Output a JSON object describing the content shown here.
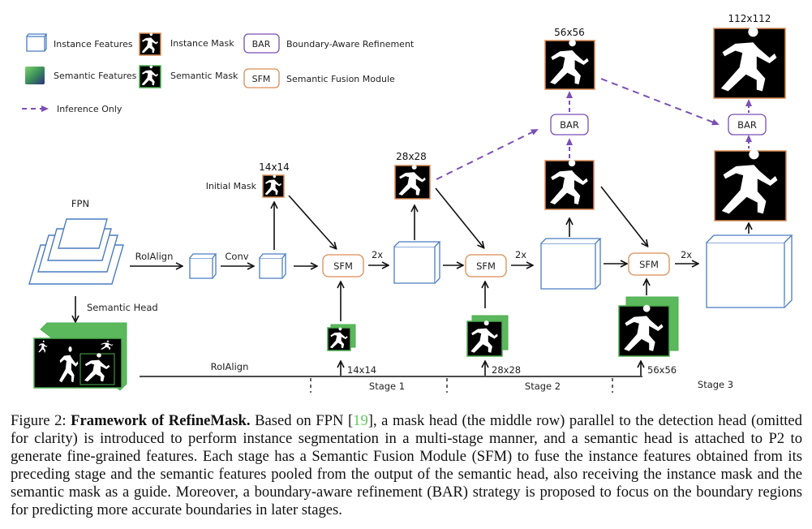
{
  "legend": {
    "instance_features": "Instance Features",
    "semantic_features": "Semantic Features",
    "instance_mask": "Instance Mask",
    "semantic_mask": "Semantic Mask",
    "bar_box": "BAR",
    "bar_desc": "Boundary-Aware Refinement",
    "sfm_box": "SFM",
    "sfm_desc": "Semantic Fusion Module",
    "inference_only": "Inference Only"
  },
  "diagram": {
    "fpn": "FPN",
    "roialign_top": "RoIAlign",
    "conv": "Conv",
    "initial_mask": "Initial Mask",
    "semantic_head": "Semantic Head",
    "roialign_bottom": "RoIAlign",
    "sfm": "SFM",
    "bar": "BAR",
    "upsample": "2x",
    "sizes": {
      "s14": "14x14",
      "s28": "28x28",
      "s56": "56x56",
      "s112": "112x112"
    },
    "stages": [
      "Stage 1",
      "Stage 2",
      "Stage 3"
    ]
  },
  "colors": {
    "instance_blue": "#4a7cc0",
    "sfm_orange": "#d98c55",
    "bar_purple": "#7a4fb5",
    "semantic_green": "#4caf50",
    "cite_green": "#5ec95e"
  },
  "caption": {
    "prefix": "Figure 2: ",
    "title": "Framework of RefineMask.",
    "text_before_cite": " Based on FPN [",
    "cite": "19",
    "text_after_cite": "], a mask head (the middle row) parallel to the detection head (omitted for clarity) is introduced to perform instance segmentation in a multi-stage manner, and a semantic head is attached to P2 to generate fine-grained features. Each stage has a Semantic Fusion Module (SFM) to fuse the instance features obtained from its preceding stage and the semantic features pooled from the output of the semantic head, also receiving the instance mask and the semantic mask as a guide. Moreover, a boundary-aware refinement (BAR) strategy is proposed to focus on the boundary regions for predicting more accurate boundaries in later stages."
  }
}
